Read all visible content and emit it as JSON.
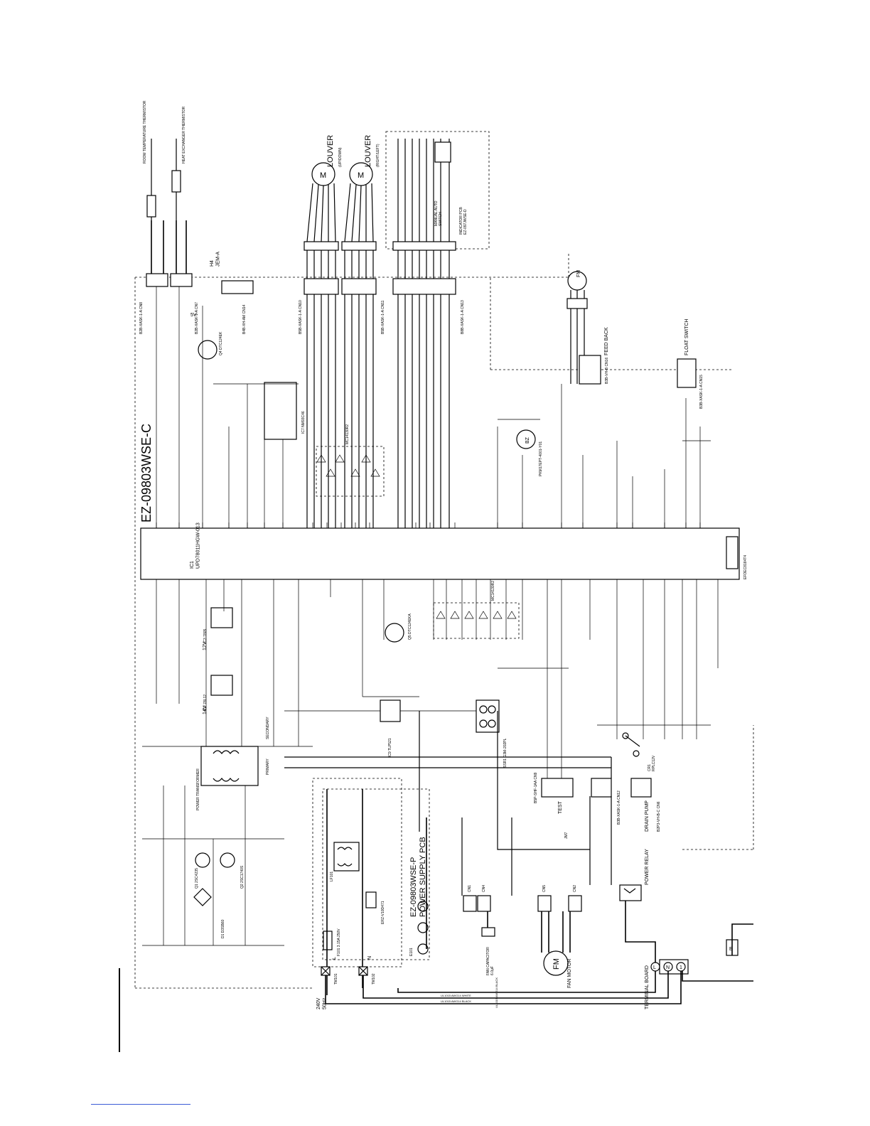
{
  "schematic": {
    "main_pcb": "EZ-09803WSE-C",
    "power_pcb": "EZ-09803WSE-P\nPOWER SUPPLY PCB",
    "indicator_pcb": "INDICATOR PCB\nEZ-097JWSE-D",
    "cpu": "IC1\nUPD78011HGW-013",
    "louver_updown": "LOUVER",
    "louver_updown_sub": "(UP/DOWN)",
    "louver_rightleft": "LOUVER",
    "louver_rightleft_sub": "(RIGHT/LEFT)",
    "motor_symbol": "M",
    "fan_motor_symbol": "FM",
    "buzzer_symbol": "BZ",
    "fan_motor": "FAN MOTOR",
    "fan_capacitor": "FAN CAPACITOR\n6.0μF",
    "power_relay": "POWER RELAY",
    "drain_pump": "DRAIN PUMP",
    "float_switch": "FLOAT SWITCH",
    "feed_back": "FEED BACK",
    "terminal_board": "TERMINAL BOARD",
    "supply": "240V\n50Hz",
    "terminal_L": "L",
    "terminal_N": "N",
    "terminal_1": "1",
    "earth_E": "E",
    "wire_black": "UL1015 AWG14 BLACK",
    "wire_white": "UL1015 AWG14 WHITE",
    "test": "TEST",
    "manual_auto_switch": "MANUAL AUTO\nSWITCH",
    "power_transformer": "POWER TRANSFORMER",
    "primary": "PRIMARY",
    "secondary": "SECONDARY",
    "room_thermistor": "ROOM TEMPERATURE THERMISTOR",
    "heat_exchanger_thermistor": "HEAT EXCHANGER THERMISTOR",
    "v5": "5V",
    "v12": "12V",
    "v14": "14V",
    "cn8": "B2B-XASK-1-A CN8",
    "cn7": "B2B-XASK-1-A CN7",
    "cn10": "B5B-XASK-1-A CN10",
    "cn11": "B5B-XASK-1-A CN11",
    "cn13": "B8B-XASK-1-A CN13",
    "cn14": "B4B-XH-AM CN14",
    "cn16": "B3B-VH-B CN16",
    "cn15": "B3B-XASK-1-A CN15",
    "cn9": "B5P-SHF-1AA CN9",
    "cn12": "B3B-XASK-1-A CN12",
    "cn6": "B2P3-VH-B-C CN6",
    "ic3": "IC3 7805",
    "ic2": "IC2 78L12",
    "ic7": "IC7 NM93C46",
    "ic9": "IC9 TLP521",
    "ssr1": "SSR1 G3M-202PL",
    "resonator": "EFOEC8184T4",
    "lf101": "LF101",
    "f101": "F101 3.15A 250V",
    "vr101": "ERZ-V10D471",
    "buzzer": "PKM17EPT-4001-Y01",
    "jmp": "JM7",
    "cn1": "CN1",
    "cn4": "CN4",
    "cn5": "CN5",
    "cn2": "CN2",
    "d1": "D1 D3SB60",
    "q1": "Q1 2SC4235",
    "q2": "Q2 2SC1740S",
    "q4": "Q4 DTC124EK",
    "q5": "Q5 DTC124EKA",
    "ic4_5_6": "MC14130R2",
    "tm101": "TM101",
    "tm102": "TM102",
    "e101": "E101",
    "h4": "H4\nJEM-A",
    "cr1": "CR1\nRPLC12V"
  }
}
